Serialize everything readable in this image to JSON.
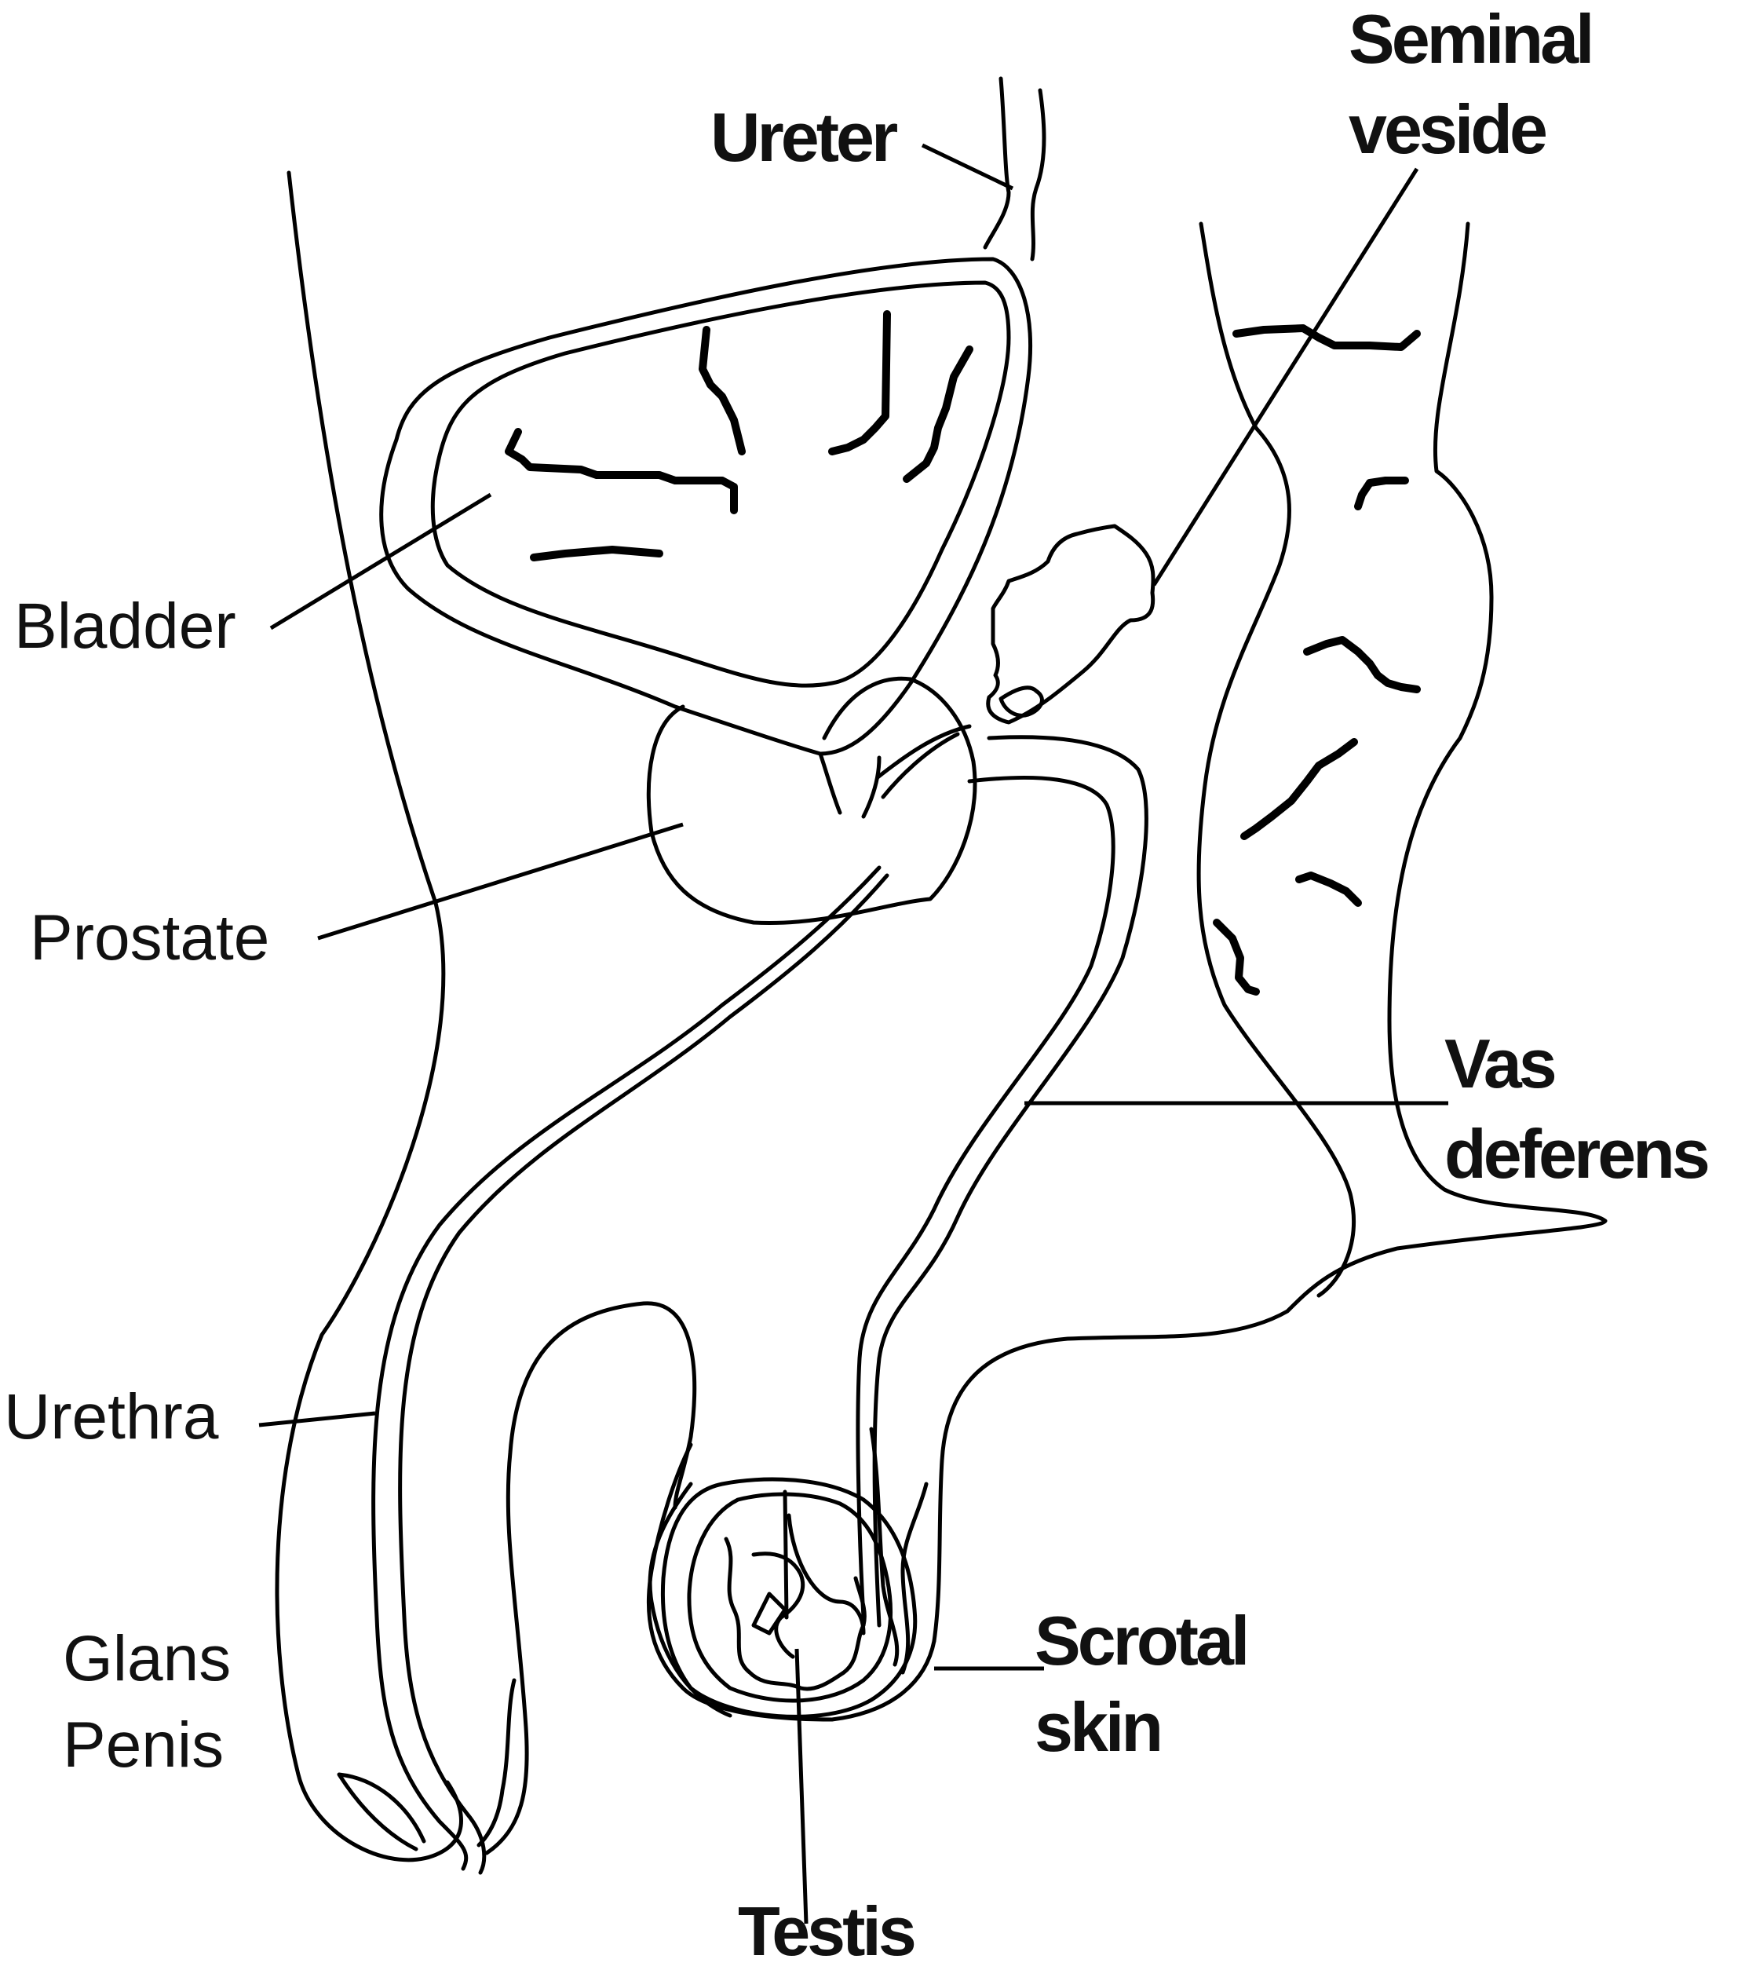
{
  "labels": {
    "ureter": "Ureter",
    "seminal_line1": "Seminal",
    "seminal_line2": "veside",
    "bladder": "Bladder",
    "prostate": "Prostate",
    "vas_line1": "Vas",
    "vas_line2": "deferens",
    "urethra": "Urethra",
    "glans_line1": "Glans",
    "glans_line2": "Penis",
    "scrotal_line1": "Scrotal",
    "scrotal_line2": "skin",
    "testis": "Testis"
  }
}
